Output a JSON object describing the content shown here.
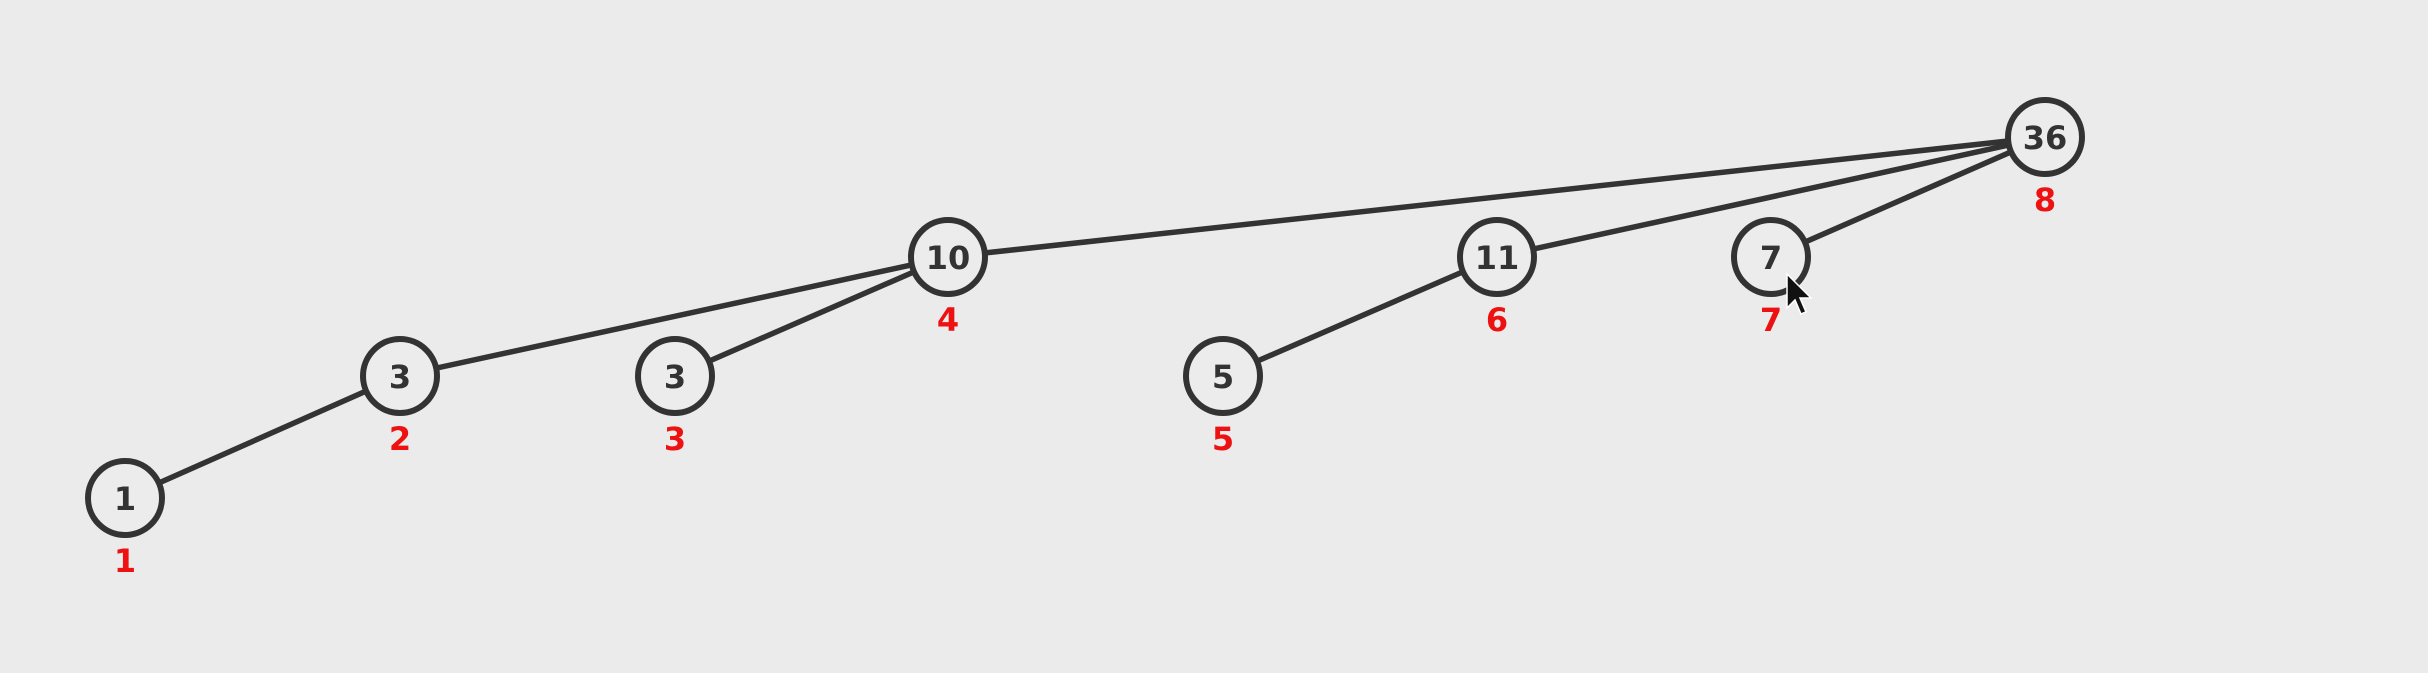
{
  "diagram": {
    "type": "tree",
    "nodes": [
      {
        "id": "n1",
        "value": "1",
        "index": "1"
      },
      {
        "id": "n2",
        "value": "3",
        "index": "2"
      },
      {
        "id": "n3",
        "value": "3",
        "index": "3"
      },
      {
        "id": "n4",
        "value": "10",
        "index": "4"
      },
      {
        "id": "n5",
        "value": "5",
        "index": "5"
      },
      {
        "id": "n6",
        "value": "11",
        "index": "6"
      },
      {
        "id": "n7",
        "value": "7",
        "index": "7"
      },
      {
        "id": "n8",
        "value": "36",
        "index": "8"
      }
    ],
    "edges": [
      [
        "n1",
        "n2"
      ],
      [
        "n2",
        "n4"
      ],
      [
        "n3",
        "n4"
      ],
      [
        "n4",
        "n8"
      ],
      [
        "n5",
        "n6"
      ],
      [
        "n6",
        "n8"
      ],
      [
        "n7",
        "n8"
      ]
    ]
  },
  "colors": {
    "background": "#ebebeb",
    "node_stroke": "#333333",
    "edge": "#333333",
    "value_text": "#333333",
    "index_text": "#ee1111"
  },
  "cursor": {
    "icon": "mouse-pointer-icon"
  }
}
